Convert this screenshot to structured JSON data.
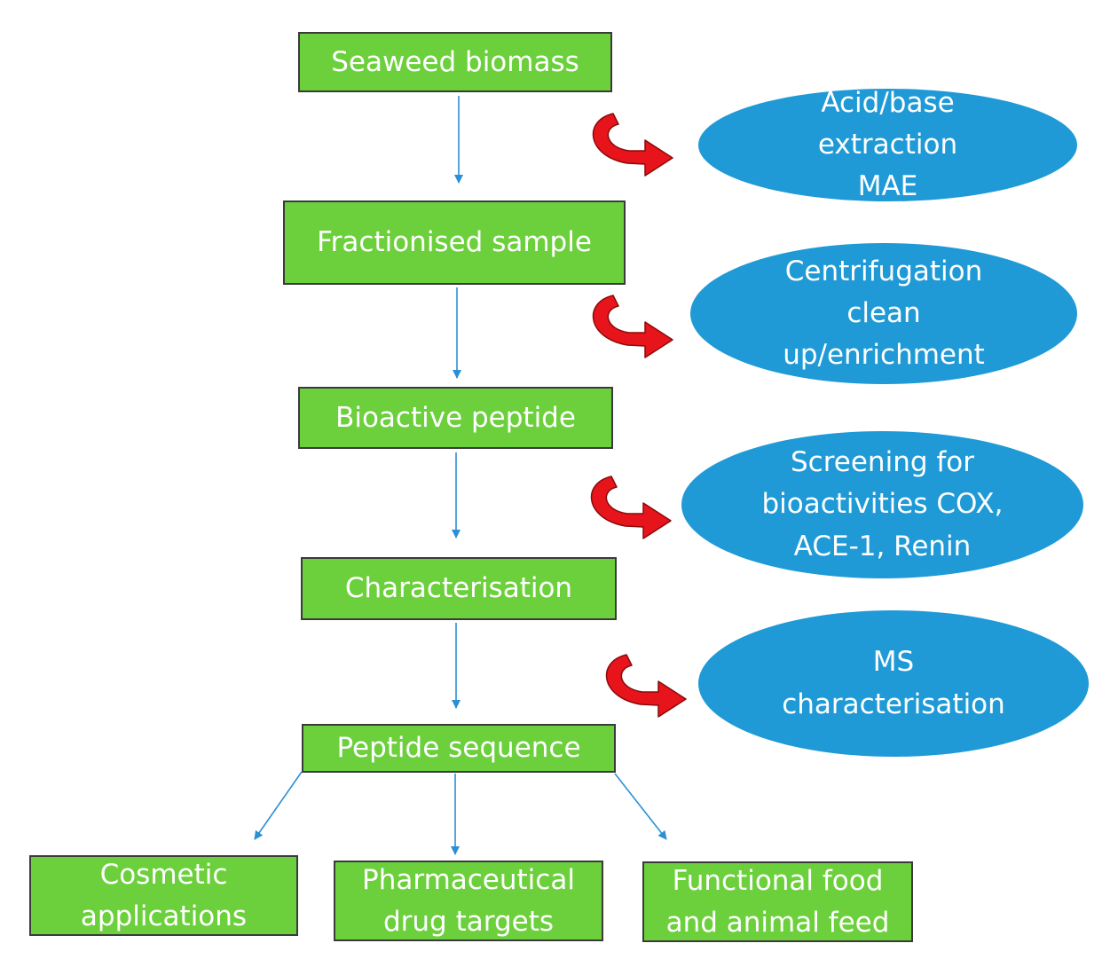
{
  "steps": {
    "seaweed_biomass": "Seaweed biomass",
    "fractionised_sample": "Fractionised sample",
    "bioactive_peptide": "Bioactive peptide",
    "characterisation": "Characterisation",
    "peptide_sequence": "Peptide sequence"
  },
  "processes": {
    "extraction": [
      "Acid/base",
      "extraction",
      "MAE"
    ],
    "centrifugation": [
      "Centrifugation",
      "clean",
      "up/enrichment"
    ],
    "screening": [
      "Screening for",
      "bioactivities COX,",
      "ACE-1, Renin"
    ],
    "ms": [
      "MS",
      "characterisation"
    ]
  },
  "outputs": {
    "cosmetic": [
      "Cosmetic",
      "applications"
    ],
    "pharmaceutical": [
      "Pharmaceutical",
      "drug targets"
    ],
    "functional_food": [
      "Functional food",
      "and animal feed"
    ]
  },
  "colors": {
    "box_fill": "#6cd03c",
    "ellipse_fill": "#1f9ad6",
    "connector": "#2b8fd6",
    "loop_arrow": "#e8141c"
  }
}
